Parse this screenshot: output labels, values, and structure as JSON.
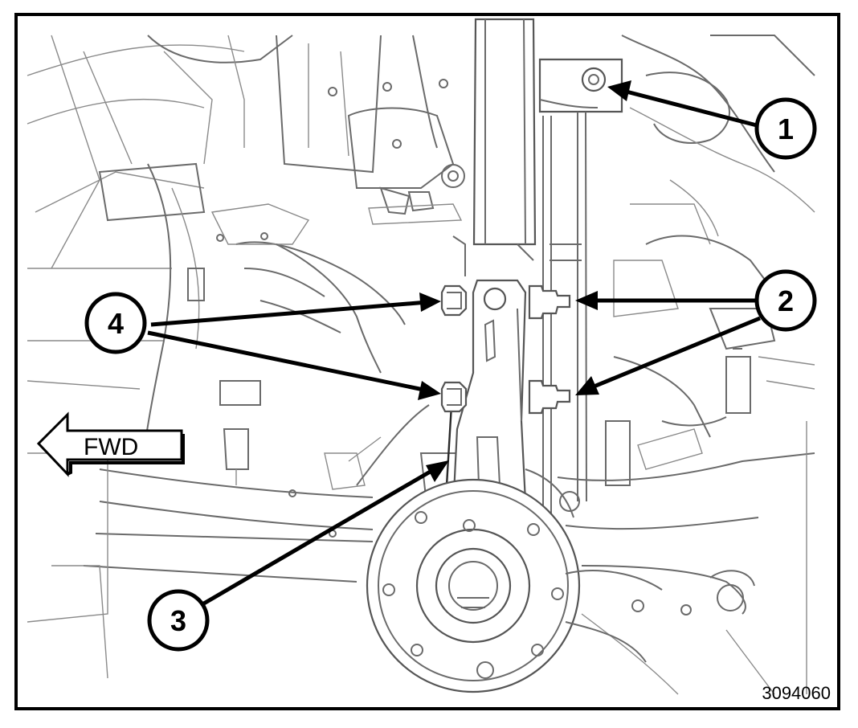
{
  "callouts": [
    {
      "id": "1",
      "label": "1"
    },
    {
      "id": "2",
      "label": "2"
    },
    {
      "id": "3",
      "label": "3"
    },
    {
      "id": "4",
      "label": "4"
    }
  ],
  "direction_indicator": {
    "label": "FWD"
  },
  "figure_number": "3094060"
}
